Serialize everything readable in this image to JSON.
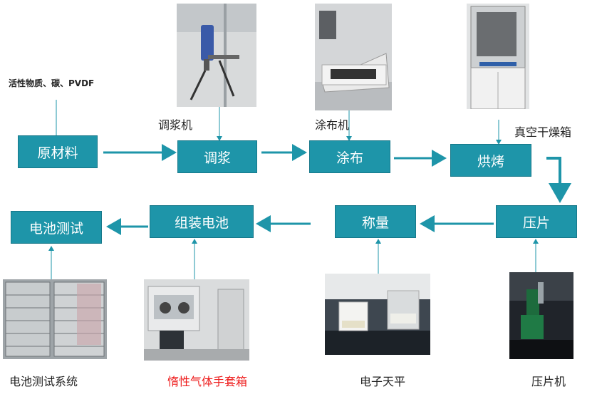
{
  "colors": {
    "box_fill": "#1e95a9",
    "arrow": "#1e95a9",
    "highlight_text": "#ee1c1c"
  },
  "raw_material_note": "活性物质、碳、PVDF",
  "steps": {
    "raw": "原材料",
    "slurry": "调浆",
    "coating": "涂布",
    "baking": "烘烤",
    "pressing": "压片",
    "weighing": "称量",
    "assembly": "组装电池",
    "testing": "电池测试"
  },
  "equipment": {
    "slurry_mixer": "调浆机",
    "coater": "涂布机",
    "vacuum_oven": "真空干燥箱",
    "press_machine": "压片机",
    "balance": "电子天平",
    "glovebox": "惰性气体手套箱",
    "test_system": "电池测试系统"
  }
}
